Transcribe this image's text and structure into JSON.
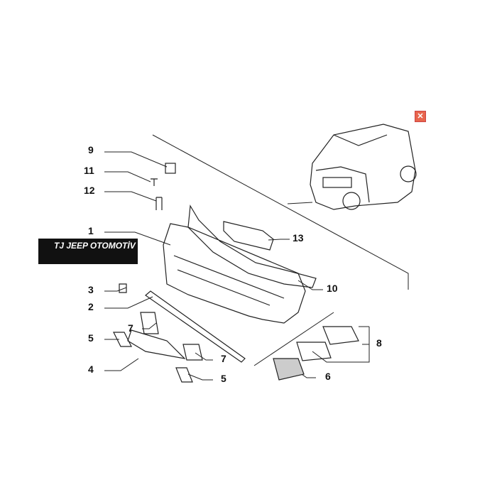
{
  "labels": {
    "l9": "9",
    "l11": "11",
    "l12": "12",
    "l1": "1",
    "l3": "3",
    "l2": "2",
    "l5a": "5",
    "l4": "4",
    "l7a": "7",
    "l7b": "7",
    "l5b": "5",
    "l13": "13",
    "l10": "10",
    "l8": "8",
    "l6": "6"
  },
  "logo": {
    "text": "TJ JEEP OTOMOTİV"
  },
  "close": {
    "icon": "close-icon",
    "glyph": "✕",
    "color": "#e8654d"
  }
}
